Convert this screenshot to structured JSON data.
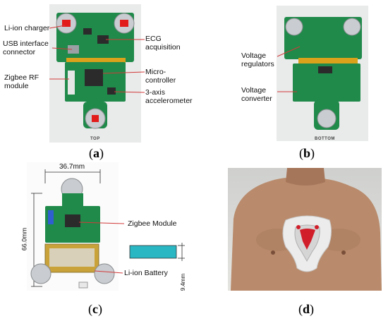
{
  "panel_a": {
    "labels": {
      "liion_charger": "Li-ion charger",
      "usb_interface": "USB interface\nconnector",
      "zigbee_rf": "Zigbee RF\nmodule",
      "ecg_acq": "ECG acquisition",
      "microcontroller": "Micro-controller",
      "accelerometer": "3-axis\naccelerometer"
    },
    "view": "TOP",
    "caption_open": "(",
    "caption_letter": "a",
    "caption_close": ")"
  },
  "panel_b": {
    "labels": {
      "voltage_regulators": "Voltage\nregulators",
      "voltage_converter": "Voltage\nconverter"
    },
    "view": "BOTTOM",
    "caption_open": "(",
    "caption_letter": "b",
    "caption_close": ")"
  },
  "panel_c": {
    "labels": {
      "width_dim": "36.7mm",
      "height_dim": "66.0mm",
      "zigbee_module": "Zigbee Module",
      "liion_battery": "Li-ion Battery",
      "thickness_dim": "9.4mm"
    },
    "caption_open": "(",
    "caption_letter": "c",
    "caption_close": ")"
  },
  "panel_d": {
    "caption_open": "(",
    "caption_letter": "d",
    "caption_close": ")"
  },
  "colors": {
    "pcb_green": "#1f8a4a",
    "electrode_silver": "#c9ccd0",
    "pointer_red": "#d23a3a",
    "battery_cyan": "#2ab7c4",
    "skin": "#b98b6c"
  }
}
